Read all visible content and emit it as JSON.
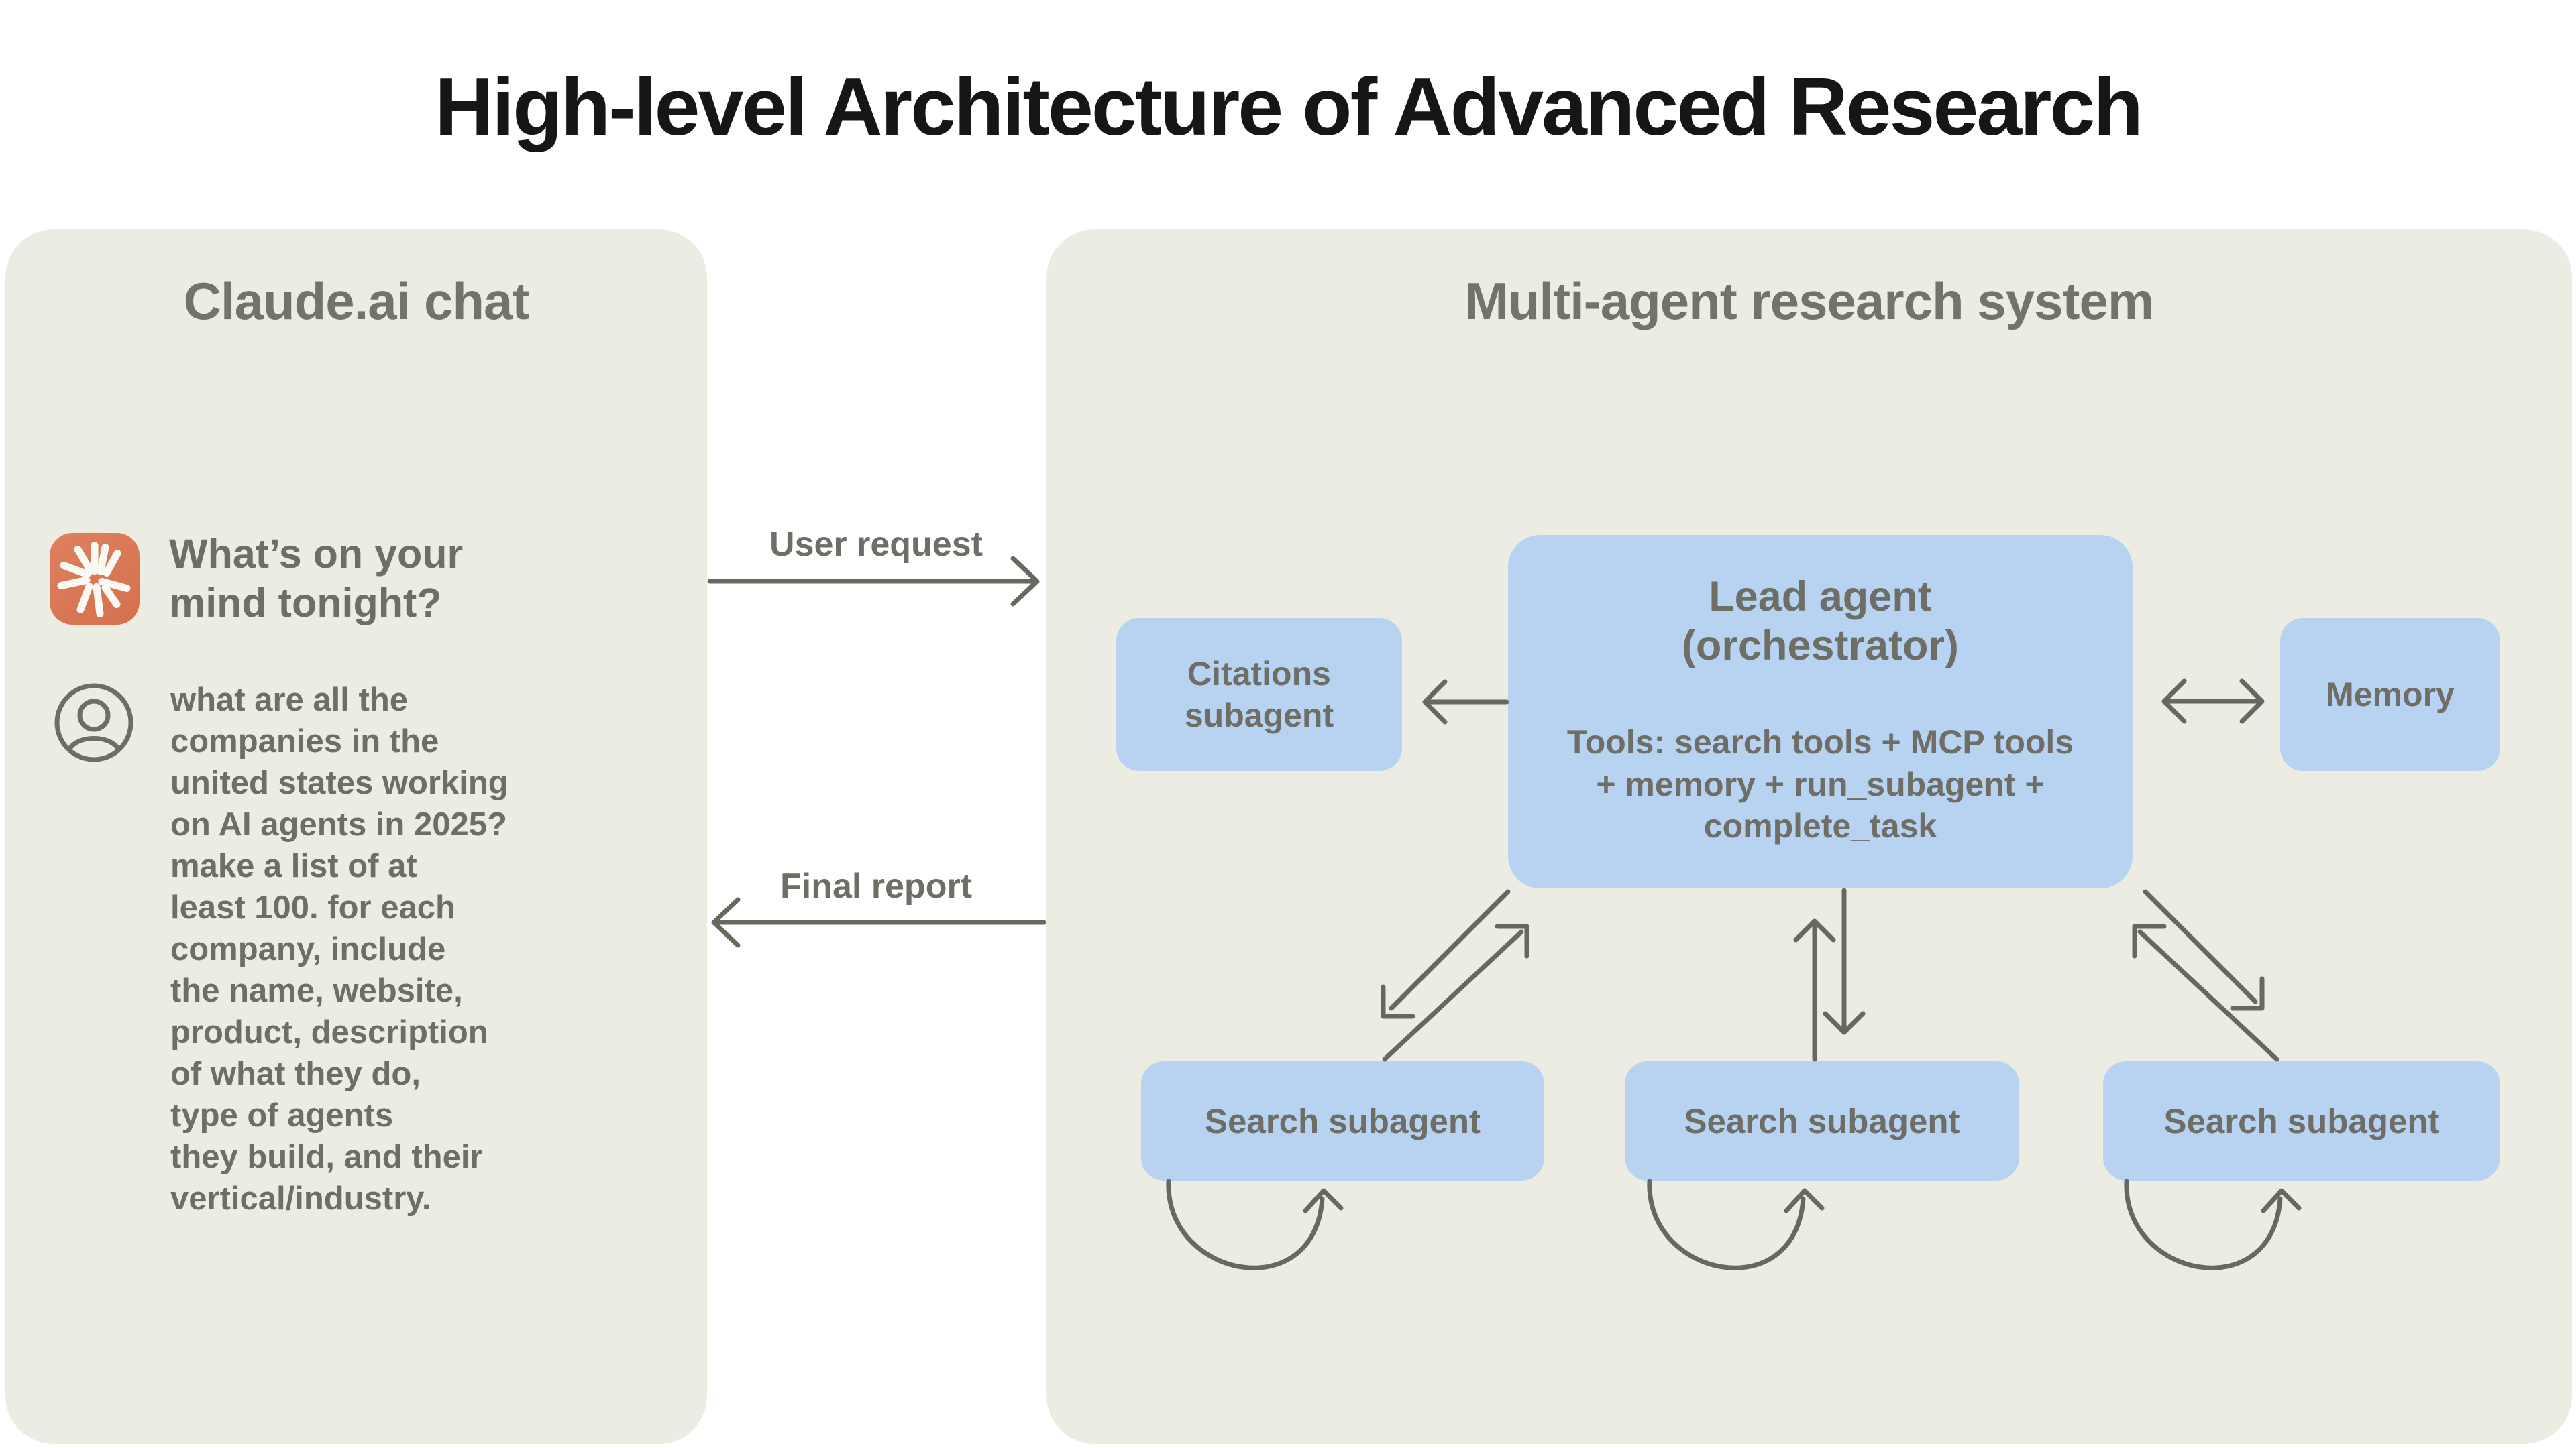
{
  "title": "High-level Architecture of Advanced Research",
  "colors": {
    "panel_bg": "#EDECE3",
    "box_blue": "#B7D3F1",
    "text_gray": "#6E6E66",
    "header_gray": "#73736C",
    "title_color": "#161616",
    "claude_orange": "#D97757",
    "arrow_gray": "#68685F"
  },
  "left_panel": {
    "header": "Claude.ai chat",
    "assistant": {
      "icon": "claude-spark-icon",
      "prompt": "What’s on your\nmind tonight?"
    },
    "user": {
      "icon": "user-avatar-icon",
      "message": "what are all the\ncompanies in the\nunited states working\non AI agents in 2025?\nmake a list of at\nleast 100. for each\ncompany, include\nthe name, website,\nproduct, description\nof what they do,\ntype of agents\nthey build, and their\nvertical/industry."
    }
  },
  "connectors": {
    "user_request_label": "User request",
    "final_report_label": "Final report"
  },
  "right_panel": {
    "header": "Multi-agent research system",
    "lead_agent": {
      "title": "Lead agent\n(orchestrator)",
      "tools": "Tools: search tools + MCP tools\n+ memory + run_subagent +\ncomplete_task"
    },
    "citations": "Citations\nsubagent",
    "memory": "Memory",
    "search_subagents": [
      "Search subagent",
      "Search subagent",
      "Search subagent"
    ]
  }
}
